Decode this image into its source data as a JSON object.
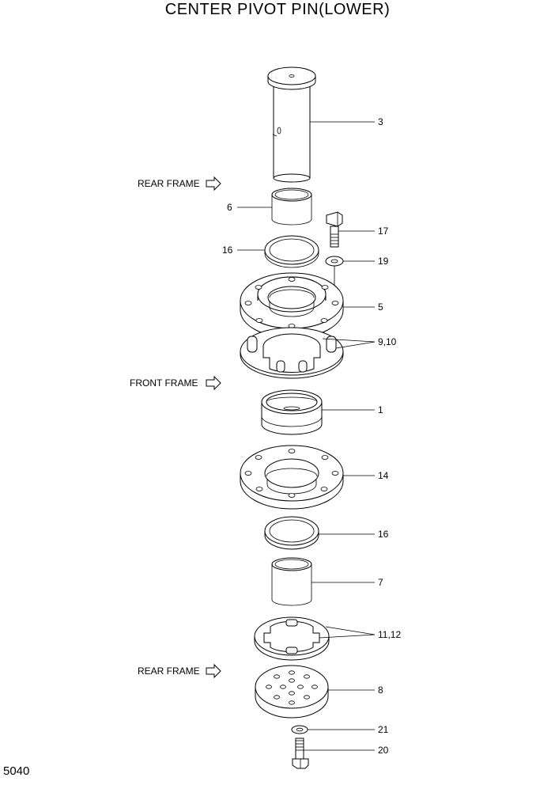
{
  "title": "CENTER PIVOT PIN(LOWER)",
  "page_number": "5040",
  "frame_labels": {
    "rear_top": "REAR FRAME",
    "front": "FRONT FRAME",
    "rear_bottom": "REAR FRAME"
  },
  "callouts": {
    "pin": "3",
    "bushing_top": "6",
    "shim_top": "16",
    "bolt_top": "17",
    "washer_top": "19",
    "housing": "5",
    "shim_pack_top": "9,10",
    "bearing": "1",
    "retainer": "14",
    "shim_bottom": "16",
    "bushing_bottom": "7",
    "shim_pack_bottom": "11,12",
    "plate": "8",
    "washer_bottom": "21",
    "bolt_bottom": "20"
  }
}
